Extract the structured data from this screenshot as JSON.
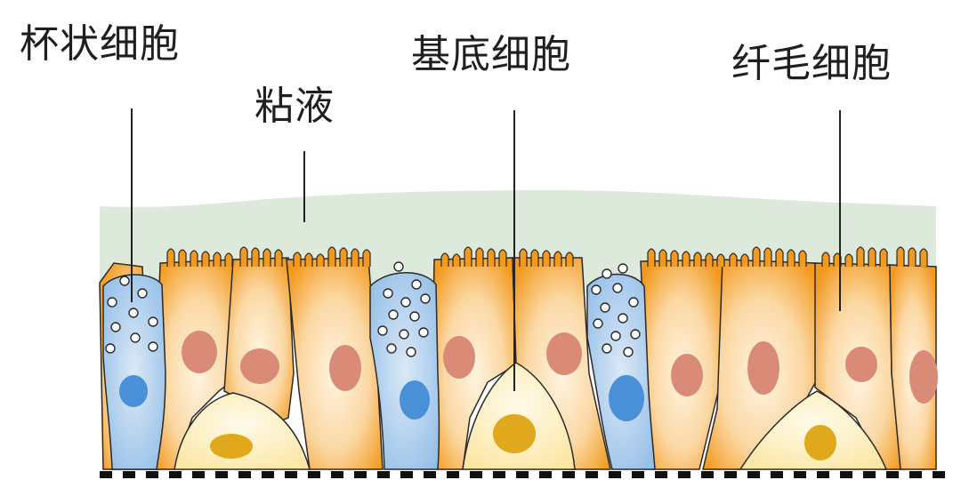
{
  "labels": {
    "goblet_cell": "杯状细胞",
    "mucus": "粘液",
    "basal_cell": "基底细胞",
    "ciliated_cell": "纤毛细胞"
  },
  "colors": {
    "mucus_layer": "#dde9da",
    "ciliated_outer": "#f39a1e",
    "ciliated_inner": "#fde8c7",
    "ciliated_nucleus": "#d98b78",
    "goblet_fill": "#9cc3e8",
    "goblet_nucleus": "#4a90d9",
    "basal_fill": "#fdf1c4",
    "basal_nucleus": "#e0a81c",
    "outline": "#2a2a2a",
    "basement_membrane": "#111111"
  }
}
